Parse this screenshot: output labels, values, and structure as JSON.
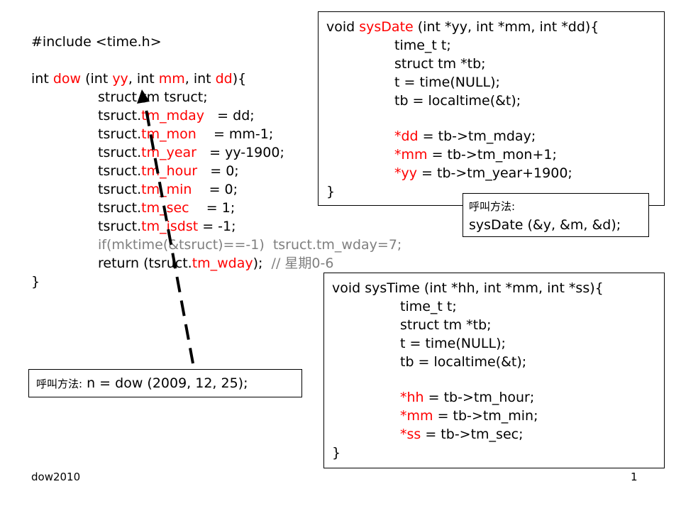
{
  "dow": {
    "include": "#include <time.h>",
    "sig": [
      "int ",
      "dow",
      " (int ",
      "yy",
      ", int ",
      "mm",
      ", int ",
      "dd",
      "){"
    ],
    "l1": "struct tm tsruct;",
    "l2": [
      "tsruct.",
      "tm_mday",
      "   = dd;"
    ],
    "l3": [
      "tsruct.",
      "tm_mon",
      "    = mm-1;"
    ],
    "l4": [
      "tsruct.",
      "tm_year",
      "   = yy-1900;"
    ],
    "l5": [
      "tsruct.",
      "tm_hour",
      "   = 0;"
    ],
    "l6": [
      "tsruct.",
      "tm_min",
      "    = 0;"
    ],
    "l7": [
      "tsruct.",
      "tm_sec",
      "    = 1;"
    ],
    "l8": [
      "tsruct.",
      "tm_isdst",
      " = -1;"
    ],
    "l9": "if(mktime(&tsruct)==-1)  tsruct.tm_wday=7;",
    "l10": [
      "return (tsruct.",
      "tm_wday",
      ");  ",
      "// 星期0-6"
    ],
    "close": "}",
    "call_label": "呼叫方法:",
    "call_code": " n = dow (2009, 12, 25);"
  },
  "sysdate": {
    "sig": [
      "void ",
      "sysDate",
      " (int *yy, int *mm, int *dd){"
    ],
    "l1": "time_t t;",
    "l2": "struct tm *tb;",
    "l3": "t = time(NULL);",
    "l4": "tb = localtime(&t);",
    "l5": [
      "*dd",
      " = tb->tm_mday;"
    ],
    "l6": [
      "*mm",
      " = tb->tm_mon+1;"
    ],
    "l7": [
      "*yy",
      " = tb->tm_year+1900;"
    ],
    "close": "}",
    "call_label": "呼叫方法:",
    "call_code": "sysDate (&y, &m, &d);"
  },
  "systime": {
    "sig": "void sysTime (int *hh, int *mm, int *ss){",
    "l1": "time_t t;",
    "l2": "struct tm *tb;",
    "l3": "t = time(NULL);",
    "l4": "tb = localtime(&t);",
    "l5": [
      "*hh",
      " = tb->tm_hour;"
    ],
    "l6": [
      "*mm",
      " = tb->tm_min;"
    ],
    "l7": [
      "*ss",
      " = tb->tm_sec;"
    ],
    "close": "}"
  },
  "footer": {
    "left": "dow2010",
    "page": "1"
  },
  "colors": {
    "highlight": "#ff0000",
    "comment": "#7f7f7f"
  }
}
